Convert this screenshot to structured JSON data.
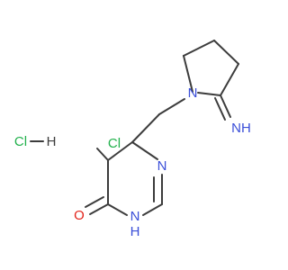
{
  "molecule": {
    "atoms": {
      "n_ring1": "N",
      "imine": "NH",
      "cl": "Cl",
      "n_pyr": "N",
      "nh_pyr": "N",
      "h_pyr": "H",
      "o": "O",
      "hcl_cl": "Cl",
      "hcl_h": "H"
    },
    "colors": {
      "bond": "#3c3c3c",
      "nitrogen": "#3a4ed8",
      "oxygen": "#e2231a",
      "chlorine": "#22b14c"
    }
  }
}
